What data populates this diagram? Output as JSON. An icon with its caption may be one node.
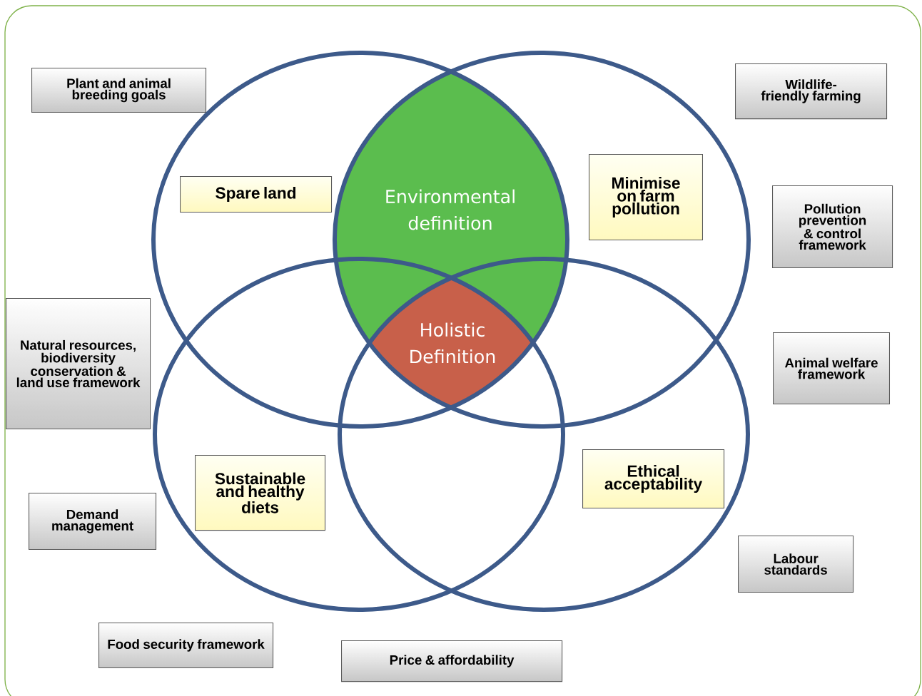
{
  "diagram": {
    "nodes": [
      {
        "text": [
          "Plant and animal breeding goals"
        ]
      },
      {
        "text": [
          "Wildlife-friendly farming"
        ]
      },
      {
        "text": [
          "Spare land"
        ]
      },
      {
        "text": [
          "Minimise on farm pollution"
        ]
      },
      {
        "text": [
          "Pollution prevention & control framework"
        ]
      },
      {
        "text": [
          "Natural resources, biodiversity conservation & land use framework"
        ]
      },
      {
        "text": [
          "Animal welfare framework"
        ]
      },
      {
        "text": [
          "Sustainable and healthy diets"
        ]
      },
      {
        "text": [
          "Ethical acceptability"
        ]
      },
      {
        "text": [
          "Demand management"
        ]
      },
      {
        "text": [
          "Labour standards"
        ]
      },
      {
        "text": [
          "Food security framework"
        ]
      },
      {
        "text": [
          "Price & affordability"
        ]
      }
    ],
    "labels": [
      "Environmental definition",
      "Holistic Definition"
    ]
  }
}
